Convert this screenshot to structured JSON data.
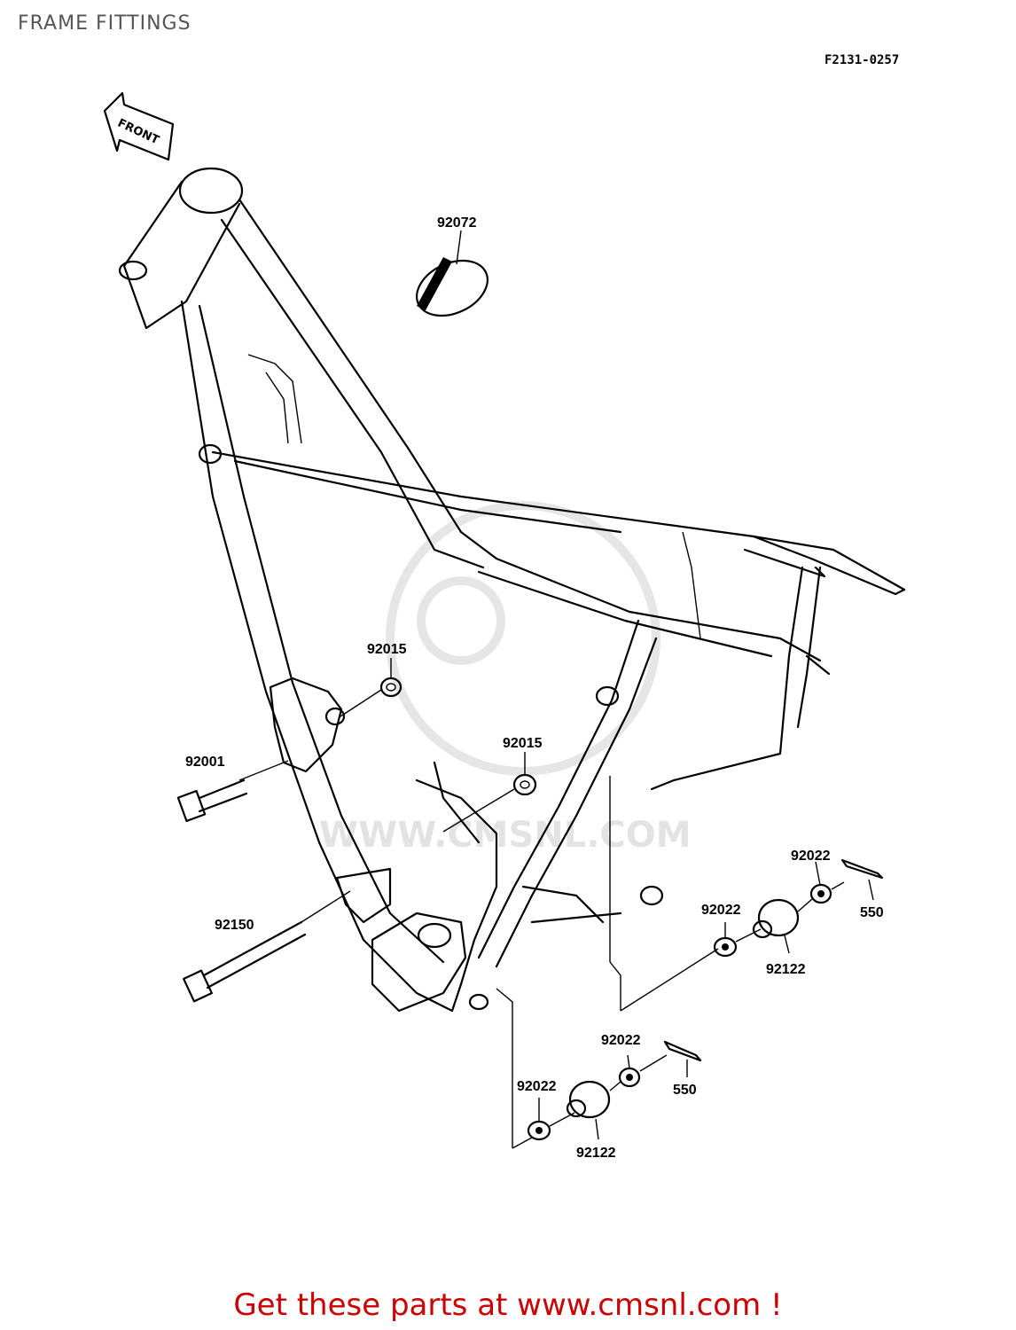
{
  "title": "FRAME FITTINGS",
  "drawing_code": "F2131-0257",
  "front_arrow_label": "FRONT",
  "watermark": "WWW.CMSNL.COM",
  "promo": "Get these parts at www.cmsnl.com !",
  "parts": [
    {
      "id": "p92072",
      "number": "92072"
    },
    {
      "id": "p92015a",
      "number": "92015"
    },
    {
      "id": "p92001",
      "number": "92001"
    },
    {
      "id": "p92015b",
      "number": "92015"
    },
    {
      "id": "p92150",
      "number": "92150"
    },
    {
      "id": "p92022a",
      "number": "92022"
    },
    {
      "id": "p550a",
      "number": "550"
    },
    {
      "id": "p92022b",
      "number": "92022"
    },
    {
      "id": "p92122a",
      "number": "92122"
    },
    {
      "id": "p92022c",
      "number": "92022"
    },
    {
      "id": "p550b",
      "number": "550"
    },
    {
      "id": "p92022d",
      "number": "92022"
    },
    {
      "id": "p92122b",
      "number": "92122"
    }
  ]
}
